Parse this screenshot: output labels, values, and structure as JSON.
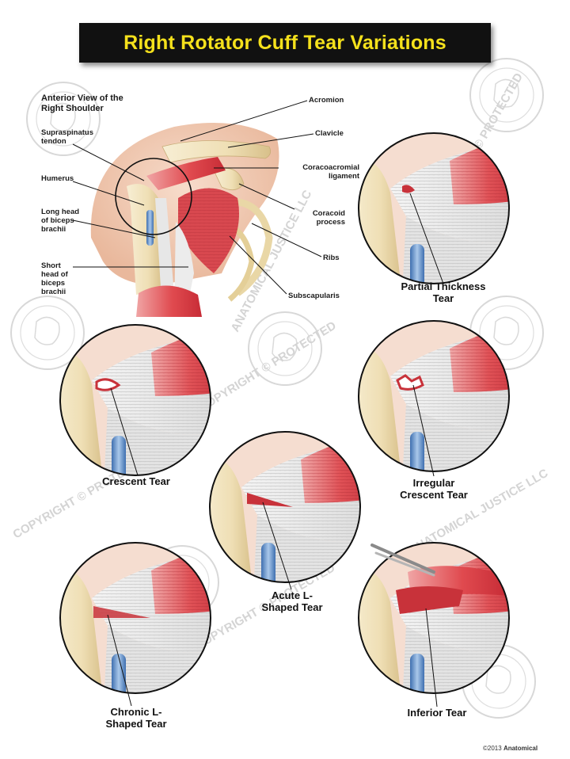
{
  "title": "Right Rotator Cuff Tear Variations",
  "view_title": "Anterior View of the Right Shoulder",
  "anatomy_labels": {
    "supraspinatus": "Supraspinatus tendon",
    "humerus": "Humerus",
    "long_head": "Long head of biceps brachii",
    "short_head": "Short head of biceps brachii",
    "acromion": "Acromion",
    "clavicle": "Clavicle",
    "coracoacromial": "Coracoacromial ligament",
    "coracoid": "Coracoid process",
    "ribs": "Ribs",
    "subscapularis": "Subscapularis"
  },
  "tears": [
    {
      "id": "partial",
      "label": "Partial Thickness Tear"
    },
    {
      "id": "crescent",
      "label": "Crescent Tear"
    },
    {
      "id": "irregular",
      "label": "Irregular Crescent Tear"
    },
    {
      "id": "acute",
      "label": "Acute L-Shaped Tear"
    },
    {
      "id": "chronic",
      "label": "Chronic L-Shaped Tear"
    },
    {
      "id": "inferior",
      "label": "Inferior Tear"
    }
  ],
  "watermark": {
    "company": "ANATOMICAL JUSTICE LLC",
    "copyright": "COPYRIGHT © PROTECTED"
  },
  "credit": {
    "year": "©2013",
    "company": "Anatomical"
  },
  "colors": {
    "title_bg": "#111111",
    "title_text": "#f5e11c",
    "muscle": "#d93a43",
    "tendon": "#ececec",
    "bone": "#f3e6c2",
    "skin": "#f2c9b0",
    "biceps_tendon": "#6e9fcf"
  }
}
